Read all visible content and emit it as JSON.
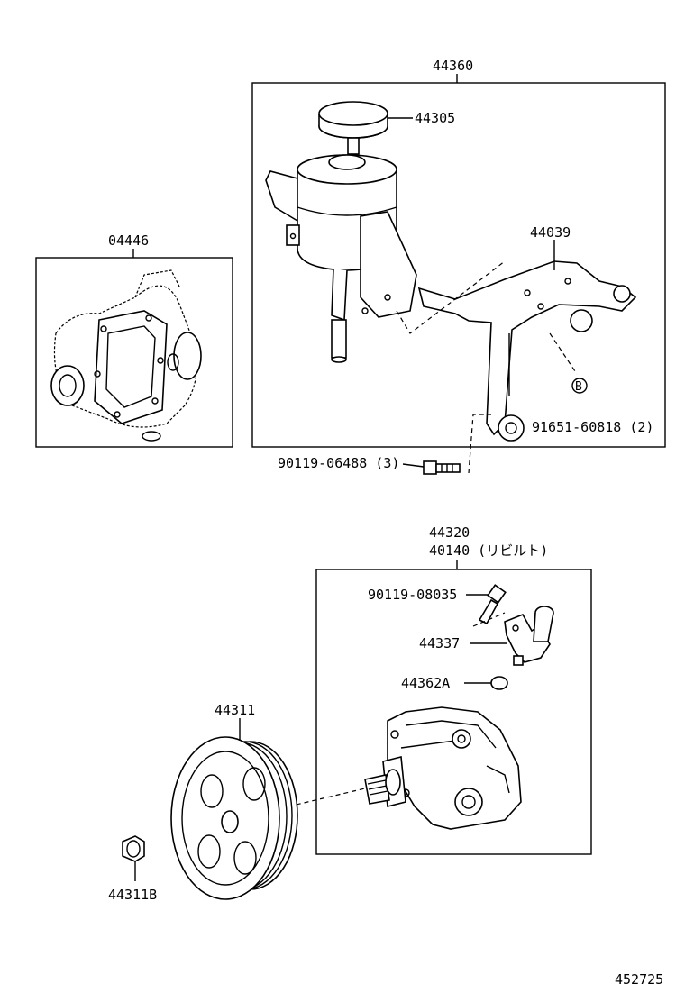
{
  "labels": {
    "p44360": "44360",
    "p44305": "44305",
    "p04446": "04446",
    "p44039": "44039",
    "p91651": "91651-60818 (2)",
    "p90119_06488": "90119-06488 (3)",
    "p44320": "44320",
    "p40140": "40140 (リビルト)",
    "p90119_08035": "90119-08035",
    "p44337": "44337",
    "p44362A": "44362A",
    "p44311": "44311",
    "p44311B": "44311B",
    "circle_b": "B",
    "diagram_id": "452725"
  }
}
